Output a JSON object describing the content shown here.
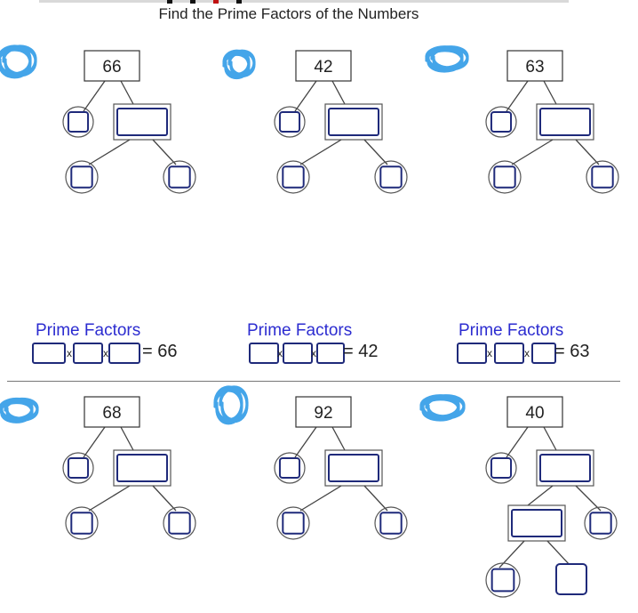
{
  "worksheet": {
    "title": "Find the Prime Factors of the Numbers",
    "prime_factors_label": "Prime Factors",
    "times_symbol": "x"
  },
  "trees_top": [
    {
      "number": "66",
      "equation": "= 66"
    },
    {
      "number": "42",
      "equation": "= 42"
    },
    {
      "number": "63",
      "equation": "= 63"
    }
  ],
  "trees_bottom": [
    {
      "number": "68"
    },
    {
      "number": "92"
    },
    {
      "number": "40"
    }
  ],
  "colors": {
    "ink": "#1f2a7a",
    "label": "#2c2cd0",
    "scribble": "#3aa0e8"
  },
  "icons": [
    "scribble-mark"
  ]
}
